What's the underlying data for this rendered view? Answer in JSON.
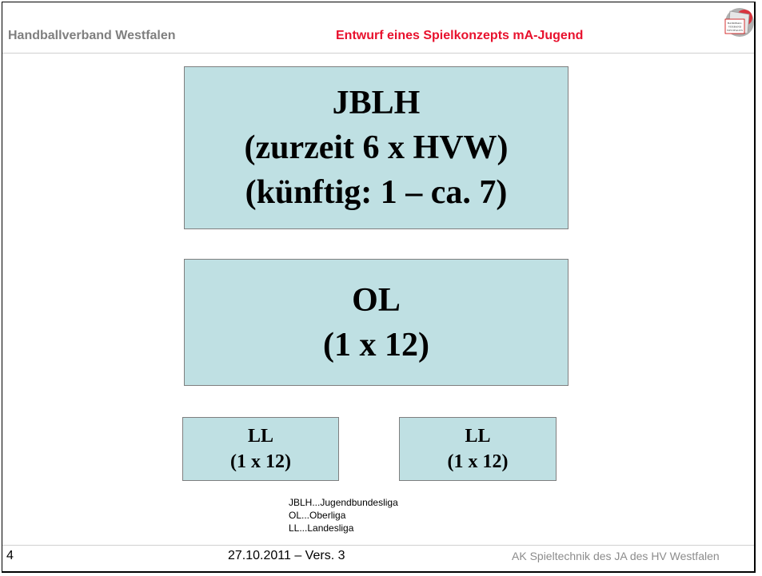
{
  "header": {
    "organization": "Handballverband Westfalen",
    "title": "Entwurf eines Spielkonzepts mA-Jugend",
    "title_color": "#e8112d",
    "logo_icon": "handball-logo-icon",
    "logo_text": [
      "HANDBALL",
      "VERBAND",
      "WESTFALEN"
    ]
  },
  "boxes": {
    "fill_color": "#bfe0e3",
    "jblh": {
      "line1": "JBLH",
      "line2": "(zurzeit 6 x HVW)",
      "line3": "(künftig: 1 – ca. 7)"
    },
    "ol": {
      "line1": "OL",
      "line2": "(1 x 12)"
    },
    "ll_left": {
      "line1": "LL",
      "line2": "(1 x 12)"
    },
    "ll_right": {
      "line1": "LL",
      "line2": "(1 x 12)"
    }
  },
  "legend": [
    "JBLH...Jugendbundesliga",
    "OL...Oberliga",
    "LL...Landesliga"
  ],
  "footer": {
    "page_number": "4",
    "date_version": "27.10.2011 – Vers. 3",
    "credit": "AK Spieltechnik des JA des HV Westfalen"
  }
}
